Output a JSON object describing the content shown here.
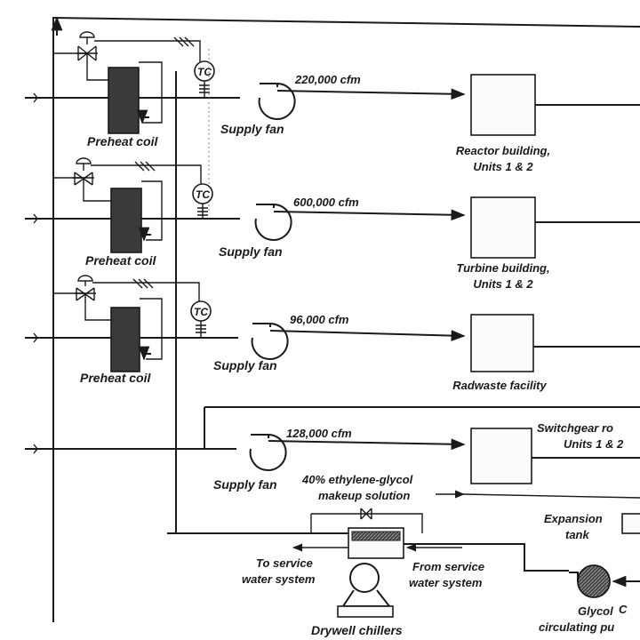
{
  "flows": {
    "f1": "220,000 cfm",
    "f2": "600,000 cfm",
    "f3": "96,000 cfm",
    "f4": "128,000 cfm"
  },
  "labels": {
    "preheat_coil": "Preheat coil",
    "supply_fan": "Supply fan",
    "tc": "TC",
    "reactor_l1": "Reactor building,",
    "reactor_l2": "Units 1 & 2",
    "turbine_l1": "Turbine building,",
    "turbine_l2": "Units 1 & 2",
    "radwaste": "Radwaste facility",
    "switchgear_l1": "Switchgear ro",
    "switchgear_l2": "Units 1 & 2",
    "glycol_l1": "40% ethylene-glycol",
    "glycol_l2": "makeup solution",
    "expansion_l1": "Expansion",
    "expansion_l2": "tank",
    "to_service_l1": "To service",
    "to_service_l2": "water system",
    "from_service_l1": "From service",
    "from_service_l2": "water system",
    "drywell": "Drywell chillers",
    "pump_l1": "Glycol",
    "pump_l2": "circulating pu",
    "cut_c": "C"
  }
}
